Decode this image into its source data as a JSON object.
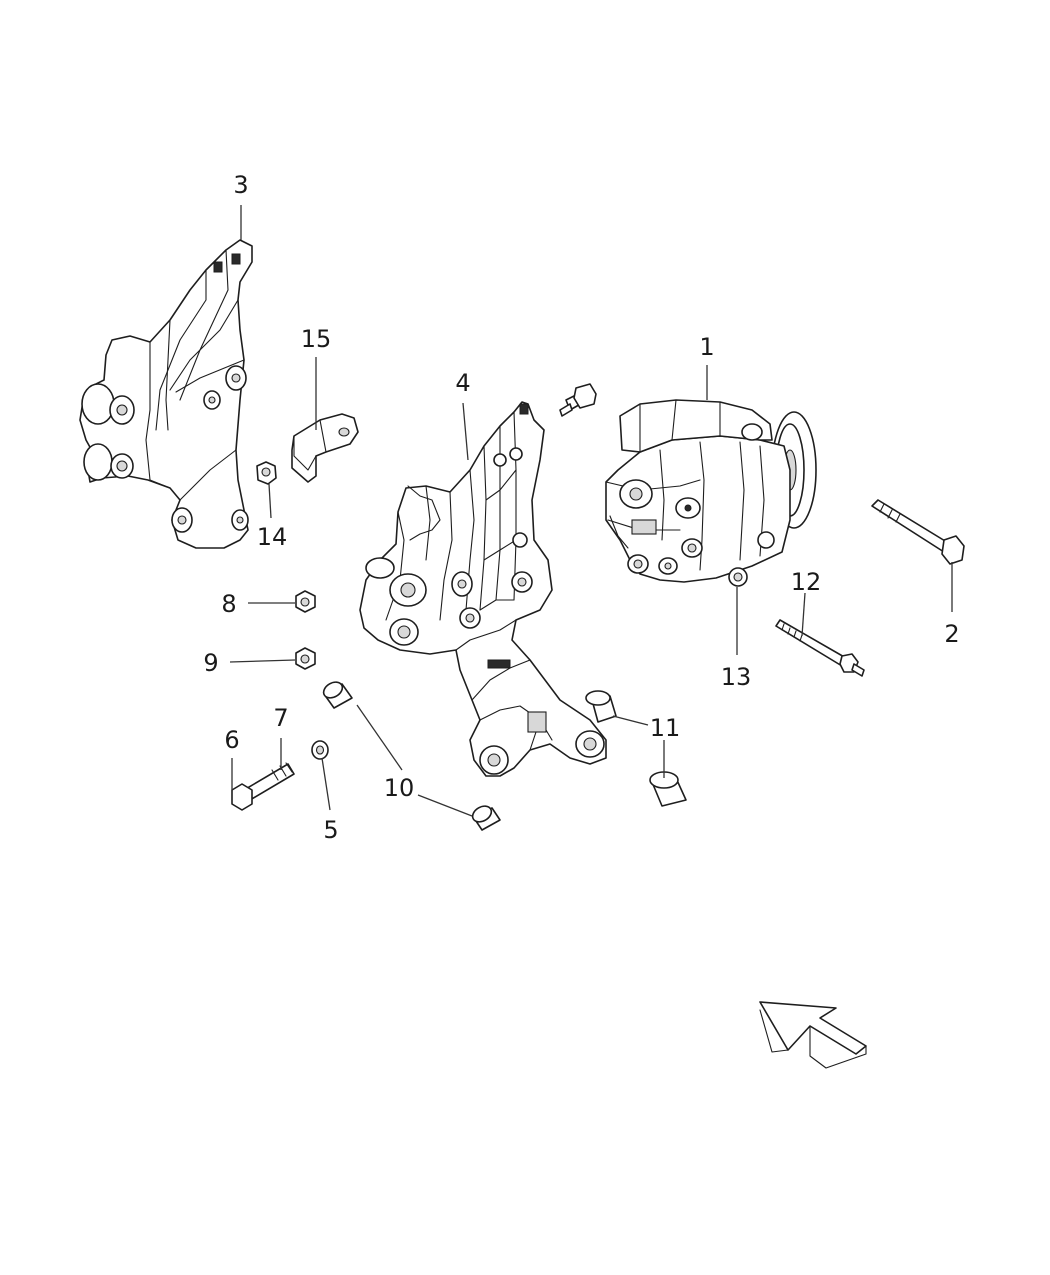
{
  "callouts": [
    {
      "id": "1",
      "label": "1"
    },
    {
      "id": "2",
      "label": "2"
    },
    {
      "id": "3",
      "label": "3"
    },
    {
      "id": "4",
      "label": "4"
    },
    {
      "id": "5",
      "label": "5"
    },
    {
      "id": "6",
      "label": "6"
    },
    {
      "id": "7",
      "label": "7"
    },
    {
      "id": "8",
      "label": "8"
    },
    {
      "id": "9",
      "label": "9"
    },
    {
      "id": "10",
      "label": "10"
    },
    {
      "id": "11",
      "label": "11"
    },
    {
      "id": "12",
      "label": "12"
    },
    {
      "id": "13",
      "label": "13"
    },
    {
      "id": "14",
      "label": "14"
    },
    {
      "id": "15",
      "label": "15"
    }
  ],
  "parts": [
    {
      "callout": "1",
      "icon": "ac-compressor-icon"
    },
    {
      "callout": "2",
      "icon": "long-bolt-icon"
    },
    {
      "callout": "3",
      "icon": "rear-bracket-icon"
    },
    {
      "callout": "4",
      "icon": "compressor-mounting-bracket-icon"
    },
    {
      "callout": "5",
      "icon": "washer-icon"
    },
    {
      "callout": "6",
      "icon": "hex-bolt-icon"
    },
    {
      "callout": "7",
      "icon": "hex-bolt-icon"
    },
    {
      "callout": "8",
      "icon": "hex-nut-icon"
    },
    {
      "callout": "9",
      "icon": "hex-nut-icon"
    },
    {
      "callout": "10",
      "icon": "dowel-sleeve-icon"
    },
    {
      "callout": "11",
      "icon": "flanged-bushing-icon"
    },
    {
      "callout": "12",
      "icon": "stud-icon"
    },
    {
      "callout": "13",
      "icon": "washer-icon"
    },
    {
      "callout": "14",
      "icon": "flange-nut-icon"
    },
    {
      "callout": "15",
      "icon": "small-bracket-icon"
    }
  ],
  "orientation": {
    "icon": "direction-arrow-icon"
  }
}
